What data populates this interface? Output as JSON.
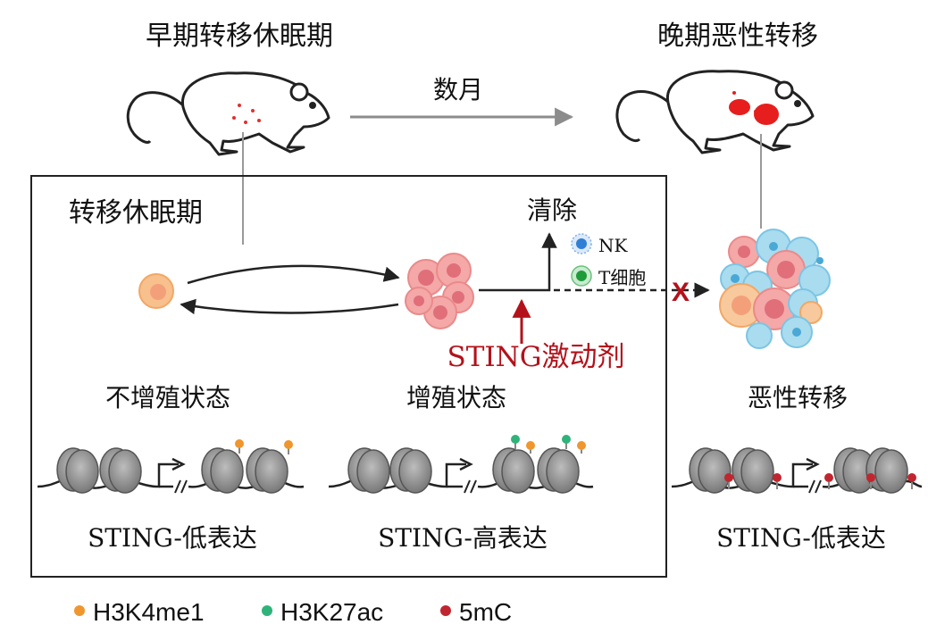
{
  "titles": {
    "early_dormancy": "早期转移休眠期",
    "late_metastasis": "晚期恶性转移",
    "months": "数月"
  },
  "dormancy_box": {
    "title": "转移休眠期",
    "clearance": "清除",
    "nk_label": "NK",
    "t_cell_label": "T细胞",
    "sting_agonist": "STING激动剂",
    "non_proliferative": "不增殖状态",
    "proliferative": "增殖状态",
    "sting_low_1": "STING-低表达",
    "sting_high": "STING-高表达"
  },
  "metastasis": {
    "title": "恶性转移",
    "sting_low": "STING-低表达",
    "block_mark": "X"
  },
  "legend": [
    {
      "label": "H3K4me1",
      "color": "#f0962e"
    },
    {
      "label": "H3K27ac",
      "color": "#2fb37a"
    },
    {
      "label": "5mC",
      "color": "#c0262f"
    }
  ],
  "colors": {
    "accent_red": "#b3121b",
    "arrow_gray": "#8c8c8c",
    "nk_blue": "#2f7fd6",
    "t_green": "#1f9c3a"
  }
}
